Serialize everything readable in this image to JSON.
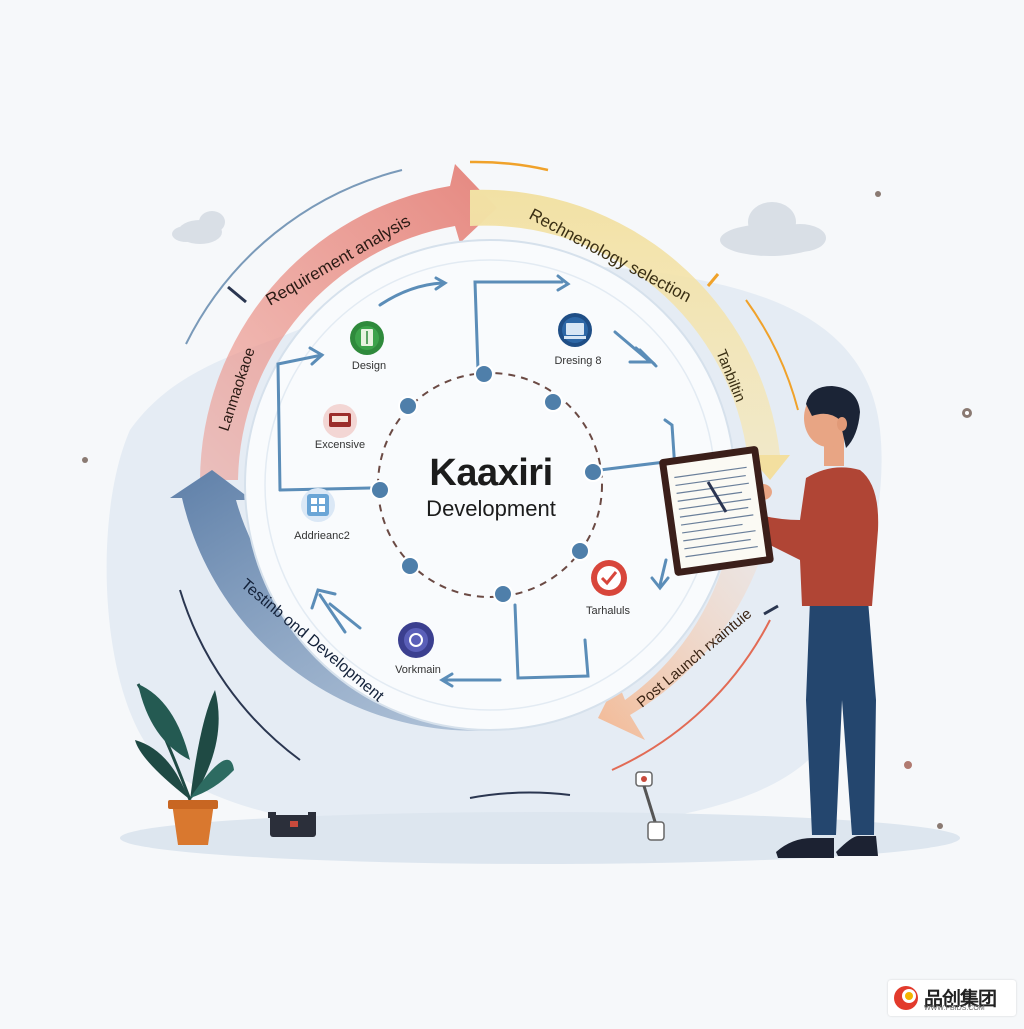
{
  "diagram": {
    "center": {
      "title": "Kaaxiri",
      "subtitle": "Development"
    },
    "ring_labels": {
      "requirement": "Requirement analysis",
      "technology": "Rechnenology selection",
      "tanbiltin": "Tanbiltin",
      "post_launch": "Post Launch rxaintuie",
      "testing": "Testinb ond Development",
      "maintenance": "Lanmaokaoe"
    },
    "nodes": {
      "design": "Design",
      "dresing": "Dresing 8",
      "excensive": "Excensive",
      "addrieanc": "Addrieanc2",
      "tarhaluls": "Tarhaluls",
      "vorkmain": "Vorkmain"
    },
    "colors": {
      "requirement": "#e58d85",
      "technology": "#f1dc96",
      "testing": "#6f8fb4",
      "post_launch": "#f4c3a5",
      "inner_arrows": "#5b8db8",
      "accent_orange": "#f0a22a"
    }
  },
  "watermark": {
    "text": "品创集团",
    "url": "WWW.PBIDS.COM"
  }
}
